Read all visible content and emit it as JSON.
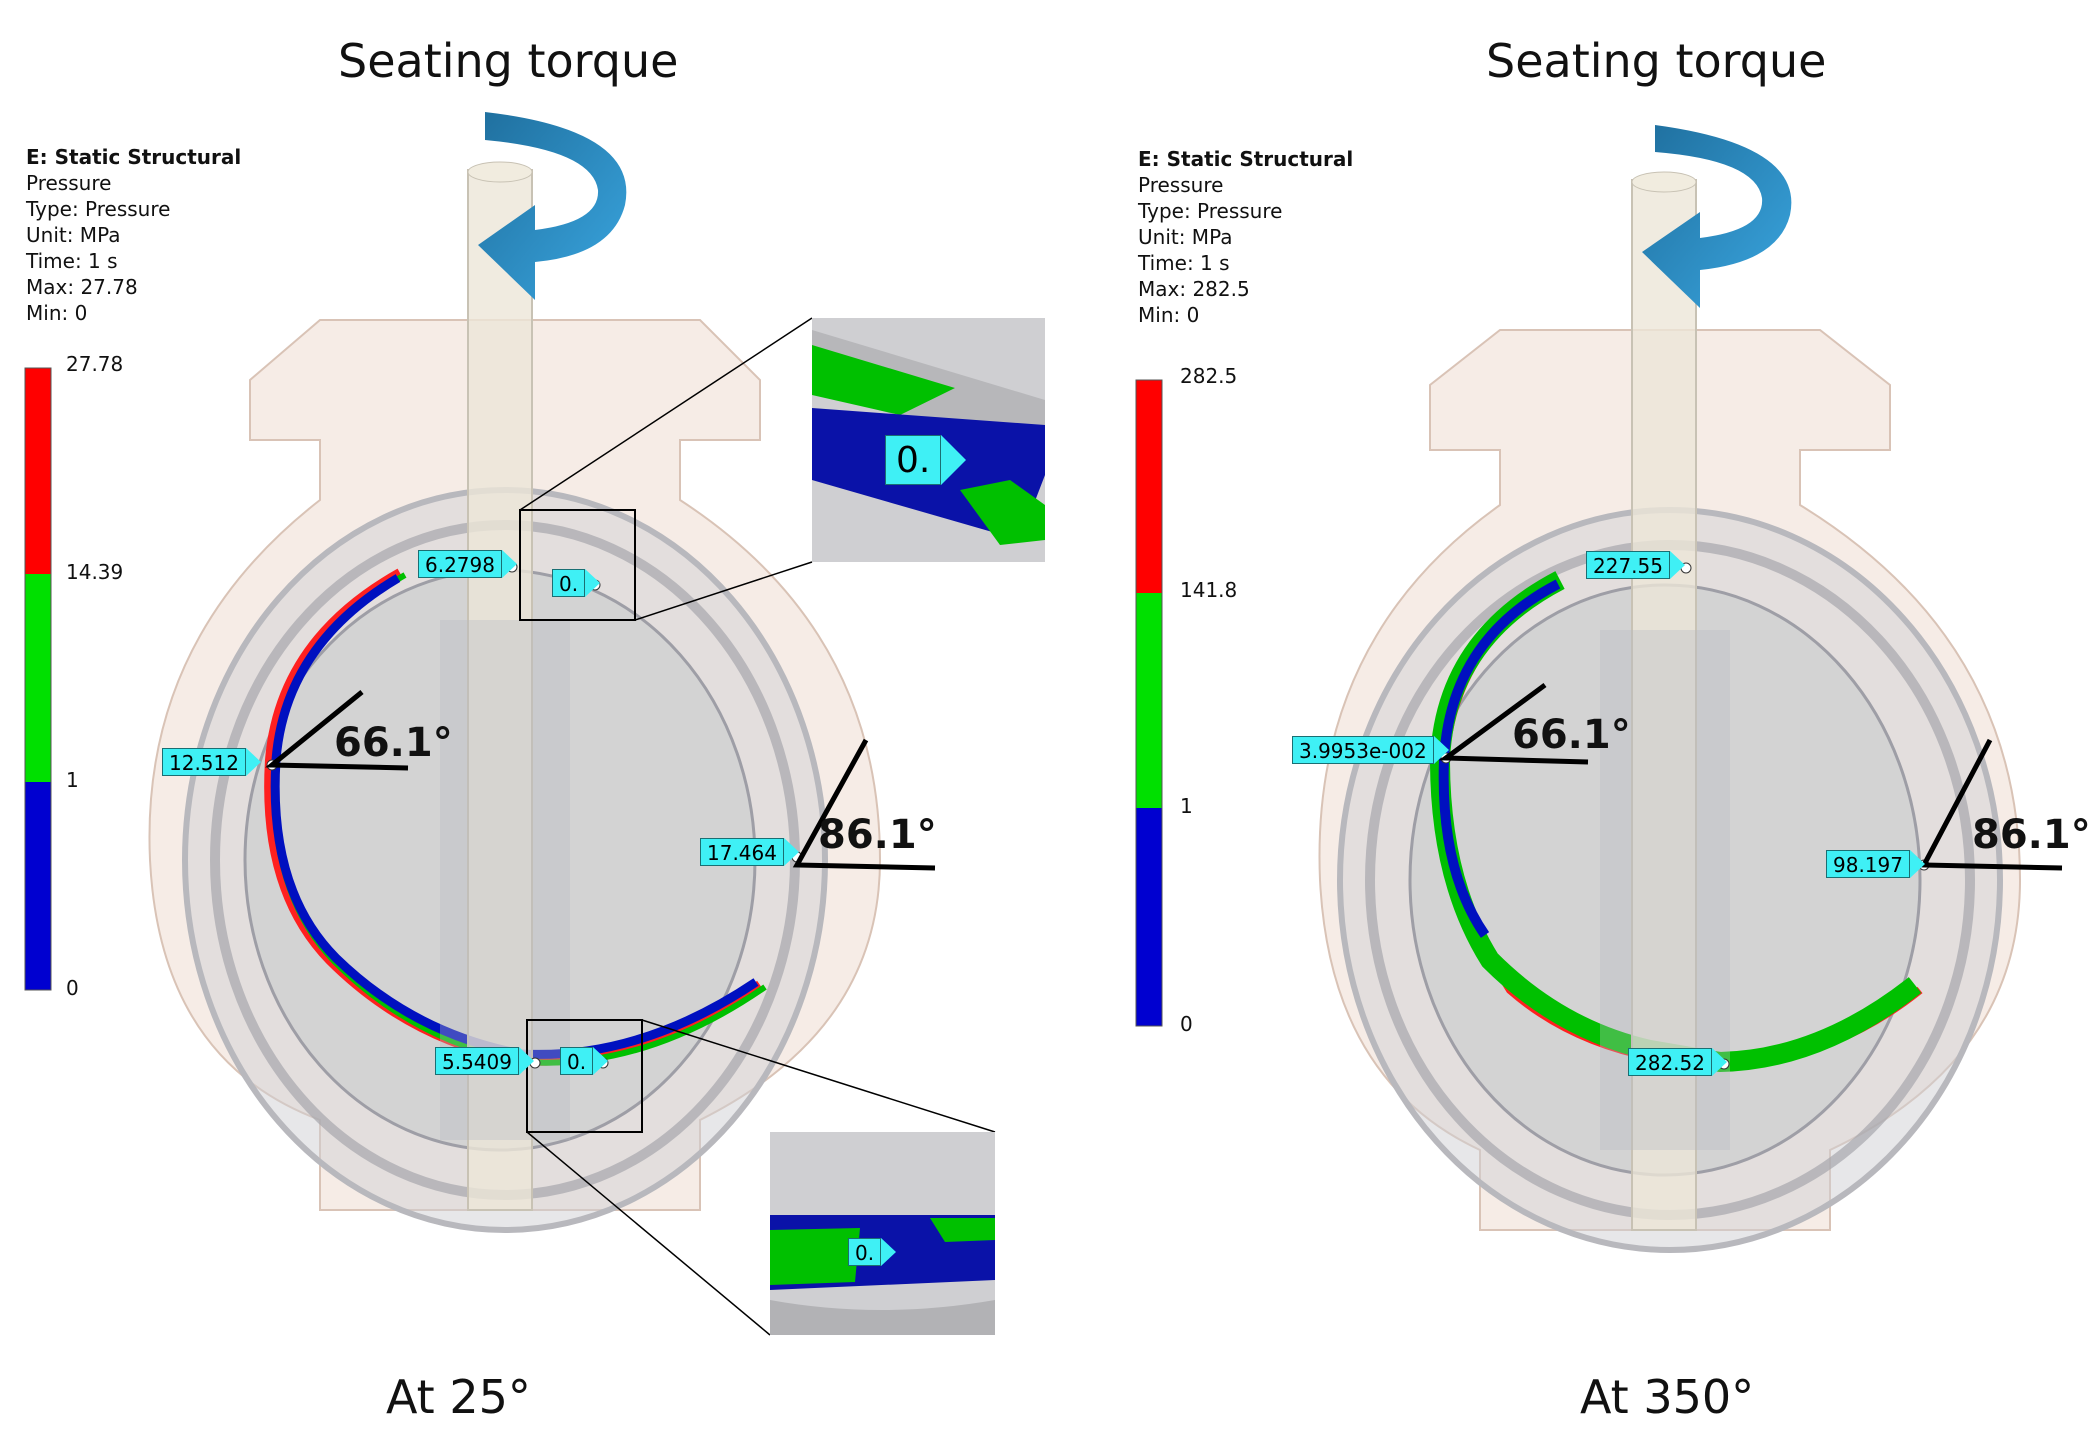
{
  "panels": [
    {
      "title": "Seating torque",
      "info": {
        "heading": "E: Static Structural",
        "lines": [
          "Pressure",
          "Type: Pressure",
          "Unit: MPa",
          "Time: 1 s",
          "Max: 27.78",
          "Min: 0"
        ]
      },
      "scale": {
        "max": "27.78",
        "upper": "14.39",
        "lower": "1",
        "min": "0"
      },
      "probes": [
        "6.2798",
        "0.",
        "12.512",
        "17.464",
        "5.5409",
        "0."
      ],
      "zoom_probes": [
        "0.",
        "0."
      ],
      "angles": [
        "66.1°",
        "86.1°"
      ],
      "caption": "At 25°"
    },
    {
      "title": "Seating torque",
      "info": {
        "heading": "E: Static Structural",
        "lines": [
          "Pressure",
          "Type: Pressure",
          "Unit: MPa",
          "Time: 1 s",
          "Max: 282.5",
          "Min: 0"
        ]
      },
      "scale": {
        "max": "282.5",
        "upper": "141.8",
        "lower": "1",
        "min": "0"
      },
      "probes": [
        "227.55",
        "3.9953e-002",
        "98.197",
        "282.52"
      ],
      "angles": [
        "66.1°",
        "86.1°"
      ],
      "caption": "At 350°"
    }
  ],
  "colors": {
    "red": "#ff0000",
    "green": "#00e000",
    "blue": "#0000d0",
    "probe": "#3ff0f5",
    "arrow": "#2d95cf"
  }
}
